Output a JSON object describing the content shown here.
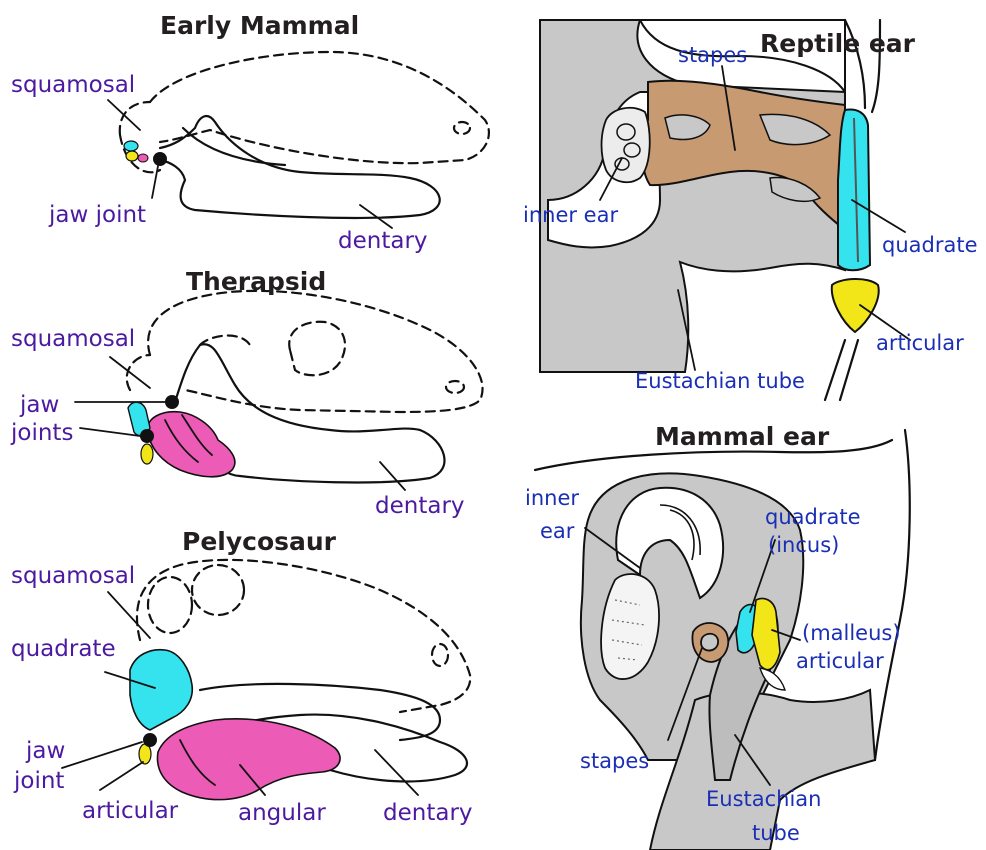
{
  "colors": {
    "pink": "#ec5bb6",
    "cyan": "#35e3ef",
    "yellow": "#f2e619",
    "brown": "#c79a72",
    "gray": "#c8c8c8",
    "purple_text": "#4b1aa0",
    "blue_text": "#1b2fb5"
  },
  "early_mammal": {
    "title": "Early Mammal",
    "squamosal": "squamosal",
    "jaw_joint": "jaw joint",
    "dentary": "dentary"
  },
  "therapsid": {
    "title": "Therapsid",
    "squamosal": "squamosal",
    "jaw_line1": "jaw",
    "jaw_line2": "joints",
    "dentary": "dentary"
  },
  "pelycosaur": {
    "title": "Pelycosaur",
    "squamosal": "squamosal",
    "quadrate": "quadrate",
    "jaw_line1": "jaw",
    "jaw_line2": "joint",
    "articular": "articular",
    "angular": "angular",
    "dentary": "dentary"
  },
  "reptile_ear": {
    "title": "Reptile ear",
    "stapes": "stapes",
    "inner_ear": "inner ear",
    "quadrate": "quadrate",
    "articular": "articular",
    "eustachian_tube": "Eustachian tube"
  },
  "mammal_ear": {
    "title": "Mammal ear",
    "inner_line1": "inner",
    "inner_line2": "ear",
    "quadrate_line1": "quadrate",
    "quadrate_line2": "(incus)",
    "malleus": "(malleus)",
    "articular": "articular",
    "stapes": "stapes",
    "eustachian_line1": "Eustachian",
    "eustachian_line2": "tube"
  }
}
